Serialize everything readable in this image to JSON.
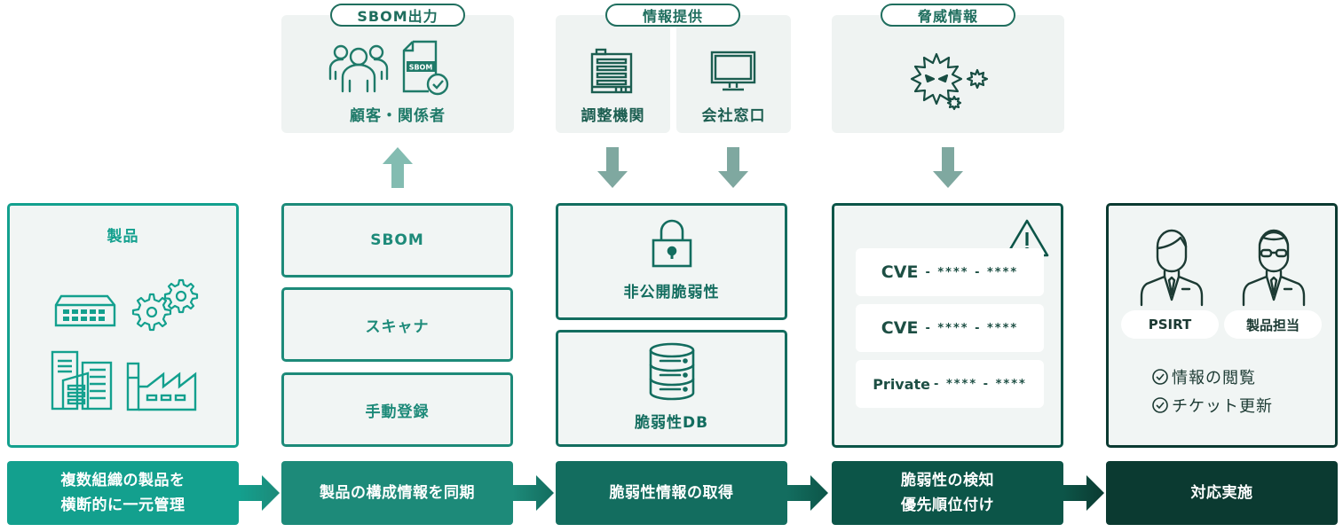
{
  "colors": {
    "step1": "#13a08e",
    "step2": "#1d8a79",
    "step3": "#136d5f",
    "step4": "#0c5548",
    "step5": "#0b3a31",
    "panel_bg": "#eff3f2",
    "arrow_up": "#83bcb1",
    "arrow_down": "#7fa8a0"
  },
  "sources": [
    {
      "id": "sbom_output",
      "tag": "SBOM出力",
      "direction": "up",
      "items": [
        {
          "label": "顧客・関係者",
          "icons": [
            "people-group-icon",
            "sbom-document-check-icon"
          ]
        }
      ]
    },
    {
      "id": "info_provision",
      "tag": "情報提供",
      "direction": "down",
      "items": [
        {
          "label": "調整機関",
          "icons": [
            "office-building-icon"
          ]
        },
        {
          "label": "会社窓口",
          "icons": [
            "monitor-icon"
          ]
        }
      ]
    },
    {
      "id": "threat_info",
      "tag": "脅威情報",
      "direction": "down",
      "items": [
        {
          "label": "",
          "icons": [
            "virus-icon"
          ]
        }
      ]
    }
  ],
  "columns": {
    "product": {
      "title": "製品",
      "icons": [
        "network-switch-icon",
        "gears-icon",
        "buildings-icon",
        "factory-icon"
      ]
    },
    "sync": {
      "boxes": [
        "SBOM",
        "スキャナ",
        "手動登録"
      ]
    },
    "acquire": {
      "boxes": [
        {
          "label": "非公開脆弱性",
          "icon": "lock-icon"
        },
        {
          "label": "脆弱性DB",
          "icon": "database-icon"
        }
      ]
    },
    "detect": {
      "rows": [
        {
          "prefix": "CVE",
          "suffix": "- **** - ****"
        },
        {
          "prefix": "CVE",
          "suffix": "- **** - ****"
        },
        {
          "prefix": "Private",
          "suffix": "- **** - ****"
        }
      ]
    },
    "respond": {
      "roles": [
        "PSIRT",
        "製品担当"
      ],
      "tasks": [
        "情報の閲覧",
        "チケット更新"
      ]
    }
  },
  "steps": [
    {
      "line1": "複数組織の製品を",
      "line2": "横断的に一元管理"
    },
    {
      "line1": "製品の構成情報を同期",
      "line2": ""
    },
    {
      "line1": "脆弱性情報の取得",
      "line2": ""
    },
    {
      "line1": "脆弱性の検知",
      "line2": "優先順位付け"
    },
    {
      "line1": "対応実施",
      "line2": ""
    }
  ]
}
